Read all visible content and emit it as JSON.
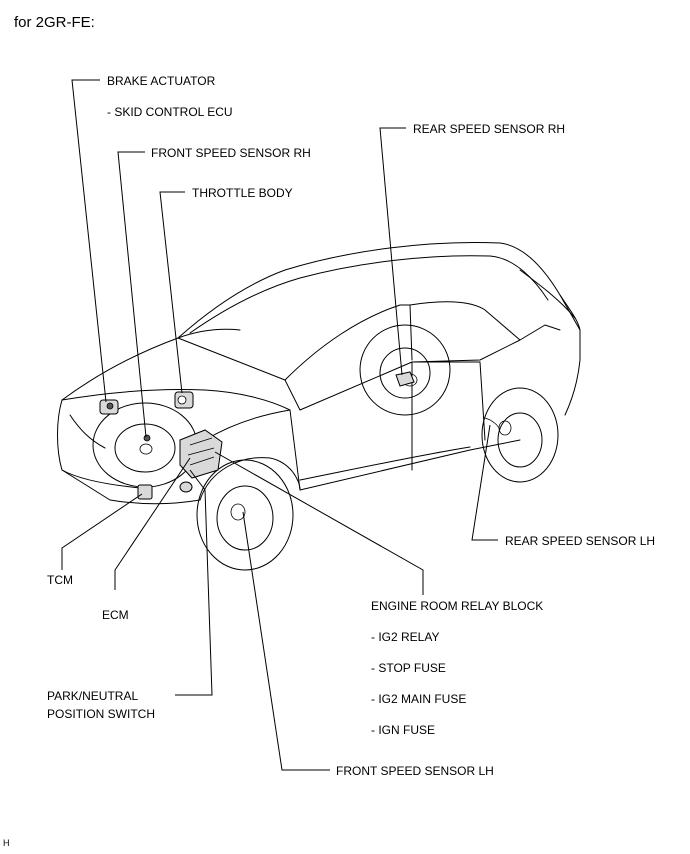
{
  "header": {
    "title": "for 2GR-FE:"
  },
  "labels": {
    "brake_actuator": "BRAKE ACTUATOR",
    "skid_control_ecu": "- SKID CONTROL ECU",
    "front_speed_sensor_rh": "FRONT SPEED SENSOR RH",
    "throttle_body": "THROTTLE BODY",
    "rear_speed_sensor_rh": "REAR SPEED SENSOR RH",
    "rear_speed_sensor_lh": "REAR SPEED SENSOR LH",
    "tcm": "TCM",
    "ecm": "ECM",
    "engine_room_relay_block": "ENGINE ROOM RELAY BLOCK",
    "ig2_relay": "- IG2 RELAY",
    "stop_fuse": "- STOP FUSE",
    "ig2_main_fuse": "- IG2 MAIN FUSE",
    "ign_fuse": "- IGN FUSE",
    "park_neutral_line1": "PARK/NEUTRAL",
    "park_neutral_line2": "POSITION SWITCH",
    "front_speed_sensor_lh": "FRONT SPEED SENSOR LH"
  },
  "footer": {
    "code": "H"
  }
}
